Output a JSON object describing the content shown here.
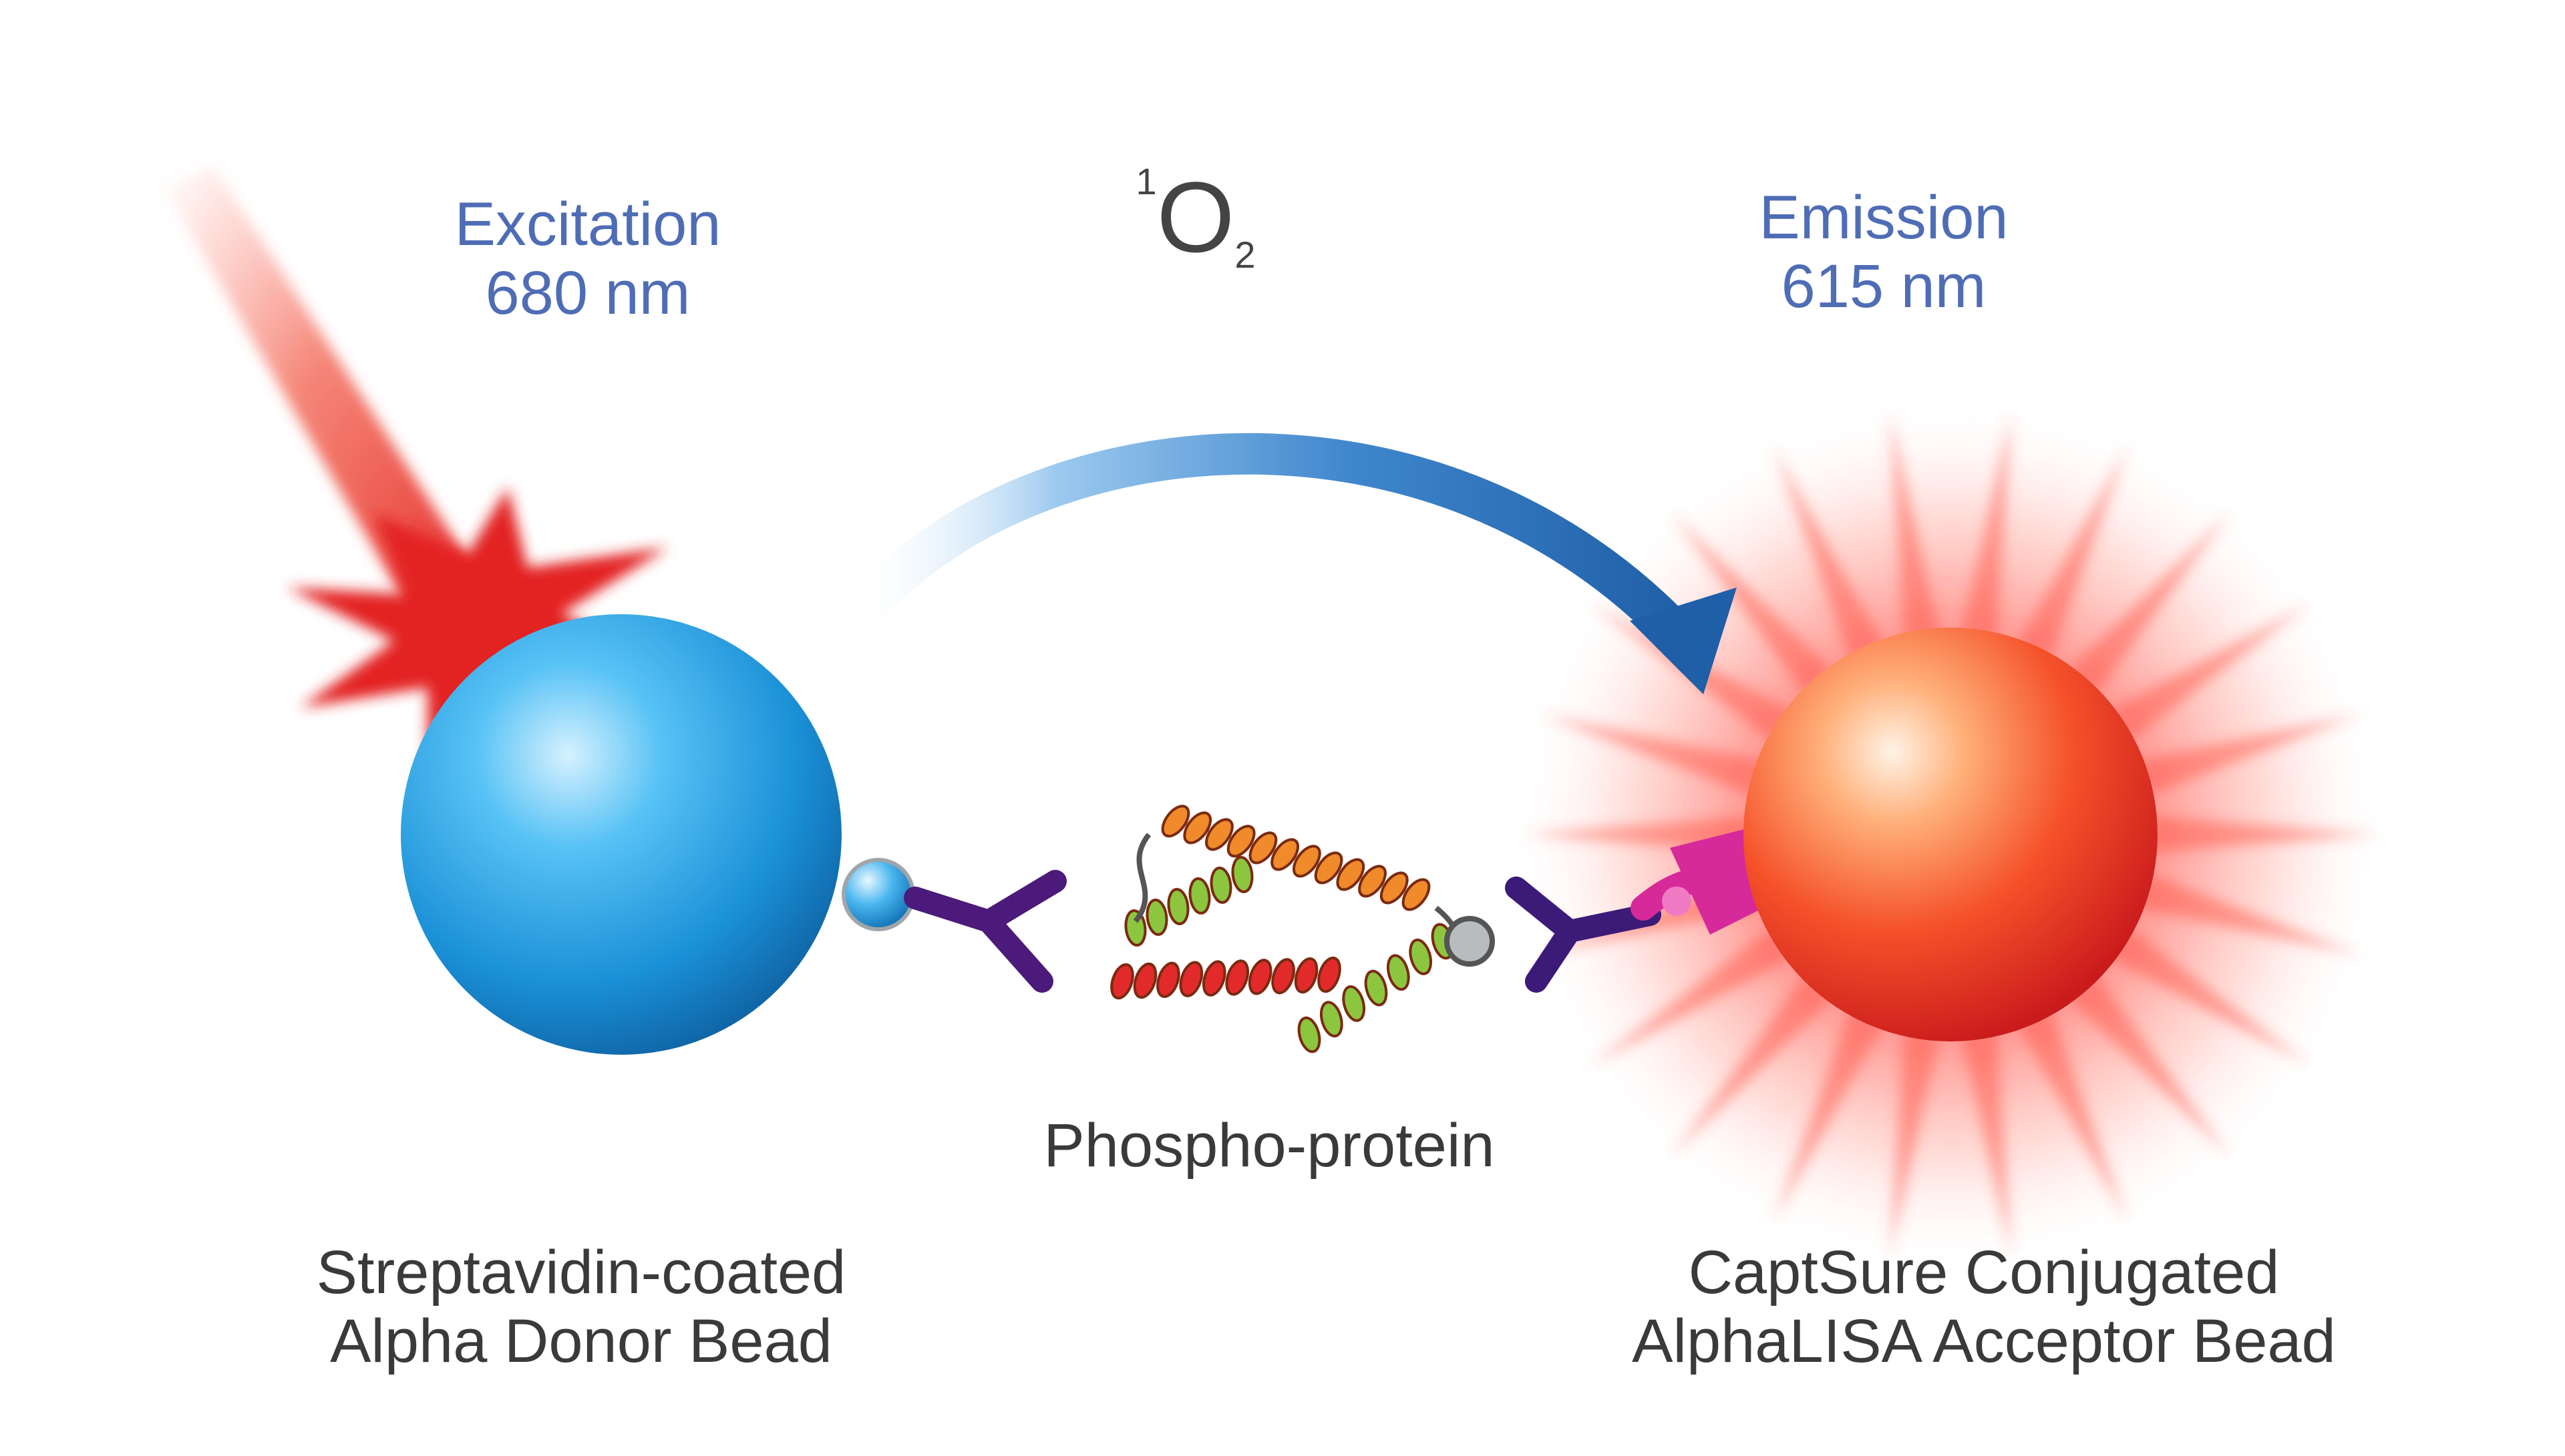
{
  "colors": {
    "blue_label": "#4f6db6",
    "dark_label": "#3a3a3a",
    "donor_bead": "#1a8fd6",
    "acceptor_bead": "#e8221c",
    "excitation_flash": "#e32222",
    "energy_arrow": "#1f5fa8",
    "antibody": "#4b1a7a",
    "capture_tag": "#d62a9a"
  },
  "icons": {
    "donor_bead": "blue-sphere",
    "acceptor_bead": "glowing-red-sphere",
    "excitation": "light-flash",
    "transfer": "curved-arrow",
    "antibody": "y-shaped-antibody",
    "protein": "helix-bundle"
  },
  "labels": {
    "excitation_title": "Excitation",
    "excitation_wavelength": "680 nm",
    "emission_title": "Emission",
    "emission_wavelength": "615 nm",
    "singlet_oxygen_sup": "1",
    "singlet_oxygen_base": "O",
    "singlet_oxygen_sub": "2",
    "protein": "Phospho-protein",
    "donor_line1": "Streptavidin-coated",
    "donor_line2": "Alpha Donor Bead",
    "acceptor_line1": "CaptSure Conjugated",
    "acceptor_line2": "AlphaLISA Acceptor Bead"
  }
}
